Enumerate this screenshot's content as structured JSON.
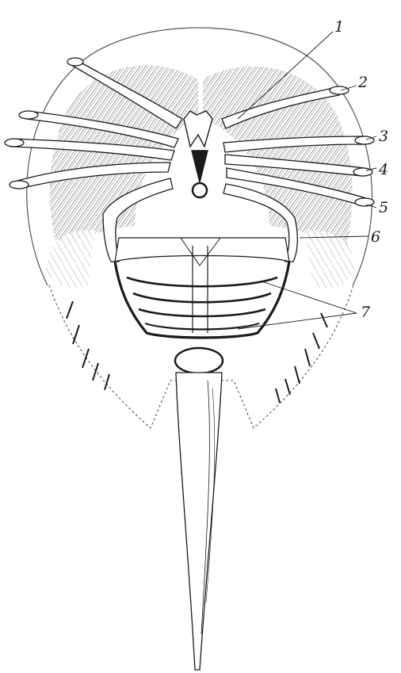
{
  "figure": {
    "subject": "horseshoe-crab-ventral-view",
    "ink_color": "#1a1a1a",
    "stipple_color": "#555555",
    "paper_color": "#ffffff"
  },
  "labels": [
    {
      "id": "1",
      "text": "1"
    },
    {
      "id": "2",
      "text": "2"
    },
    {
      "id": "3",
      "text": "3"
    },
    {
      "id": "4",
      "text": "4"
    },
    {
      "id": "5",
      "text": "5"
    },
    {
      "id": "6",
      "text": "6"
    },
    {
      "id": "7",
      "text": "7"
    }
  ]
}
